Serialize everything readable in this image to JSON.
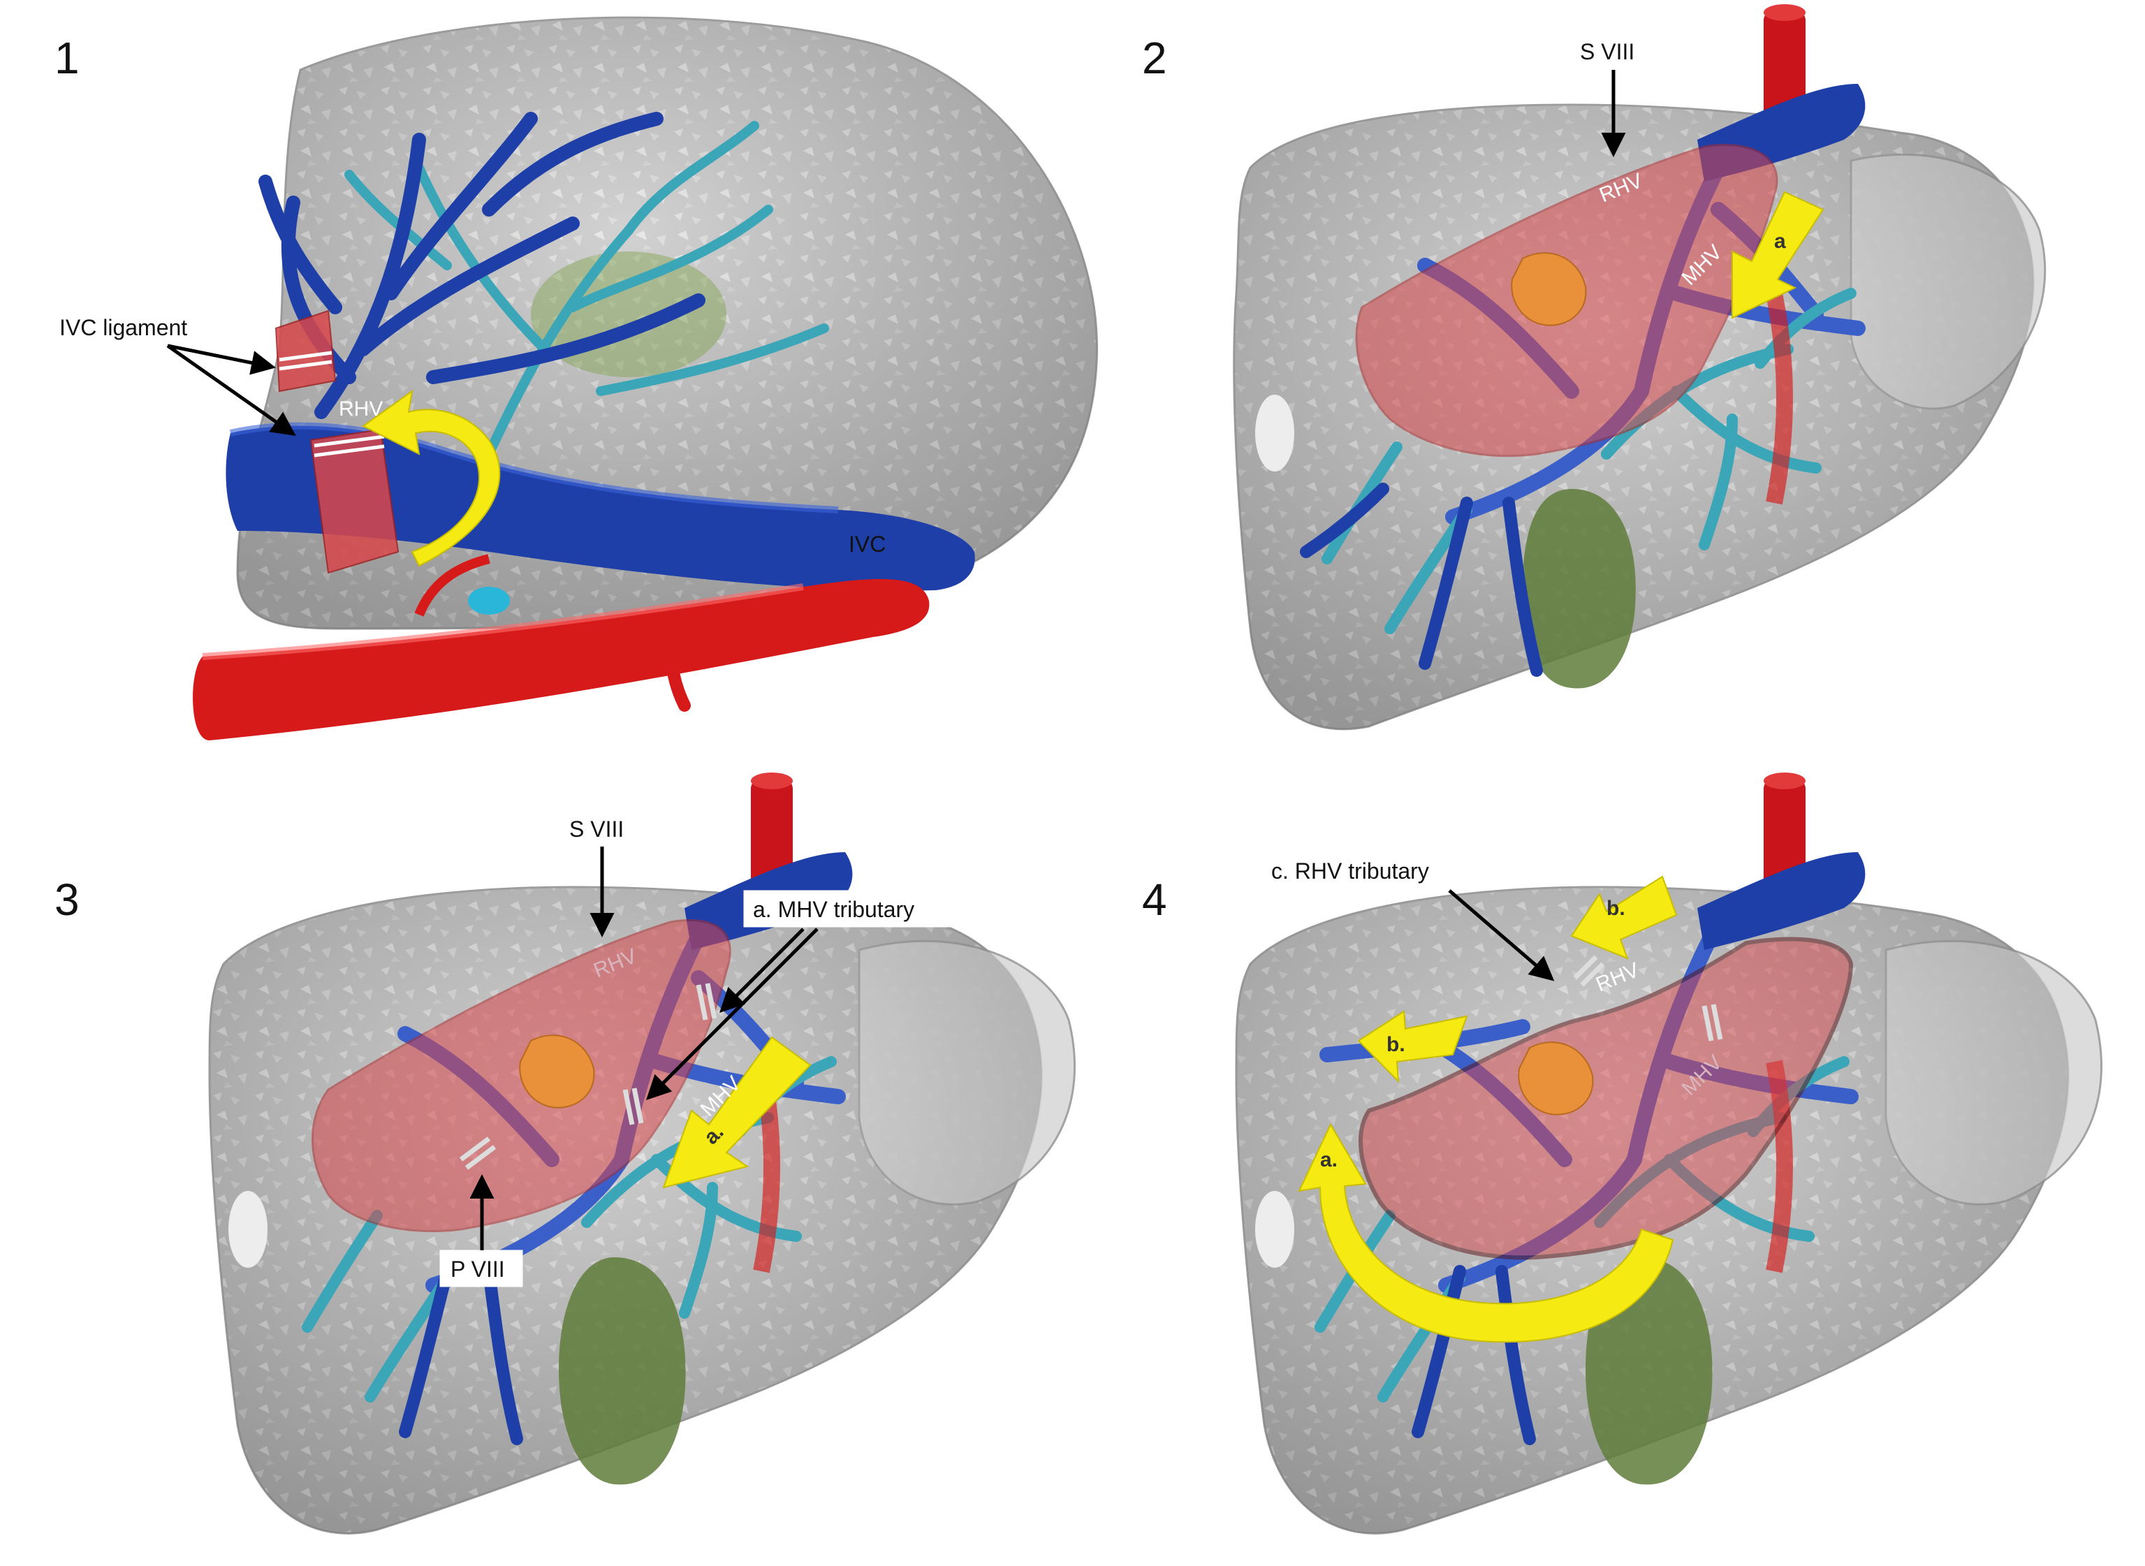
{
  "colors": {
    "liver": "#bdbdbd",
    "liver_light": "#e2e2e2",
    "hepatic_vein": "#1e3fa8",
    "portal_vein": "#3aa6b8",
    "artery": "#d61a1a",
    "gallbladder": "#5f7d3a",
    "tumor": "#e8913a",
    "resection": "#d8474a",
    "arrow": "#f5ea12"
  },
  "panels": [
    {
      "number": "1",
      "labels": {
        "ivc_ligament": "IVC ligament",
        "rhv": "RHV",
        "ivc": "IVC"
      }
    },
    {
      "number": "2",
      "labels": {
        "s8": "S VIII",
        "rhv": "RHV",
        "mhv": "MHV",
        "arrow_a": "a"
      }
    },
    {
      "number": "3",
      "labels": {
        "s8": "S VIII",
        "rhv": "RHV",
        "mhv": "MHV",
        "mhv_tributary": "a. MHV tributary",
        "p8": "P VIII",
        "arrow_a": "a."
      }
    },
    {
      "number": "4",
      "labels": {
        "rhv_tributary": "c. RHV tributary",
        "rhv": "RHV",
        "mhv": "MHV",
        "arrow_a": "a.",
        "arrow_b1": "b.",
        "arrow_b2": "b."
      }
    }
  ]
}
